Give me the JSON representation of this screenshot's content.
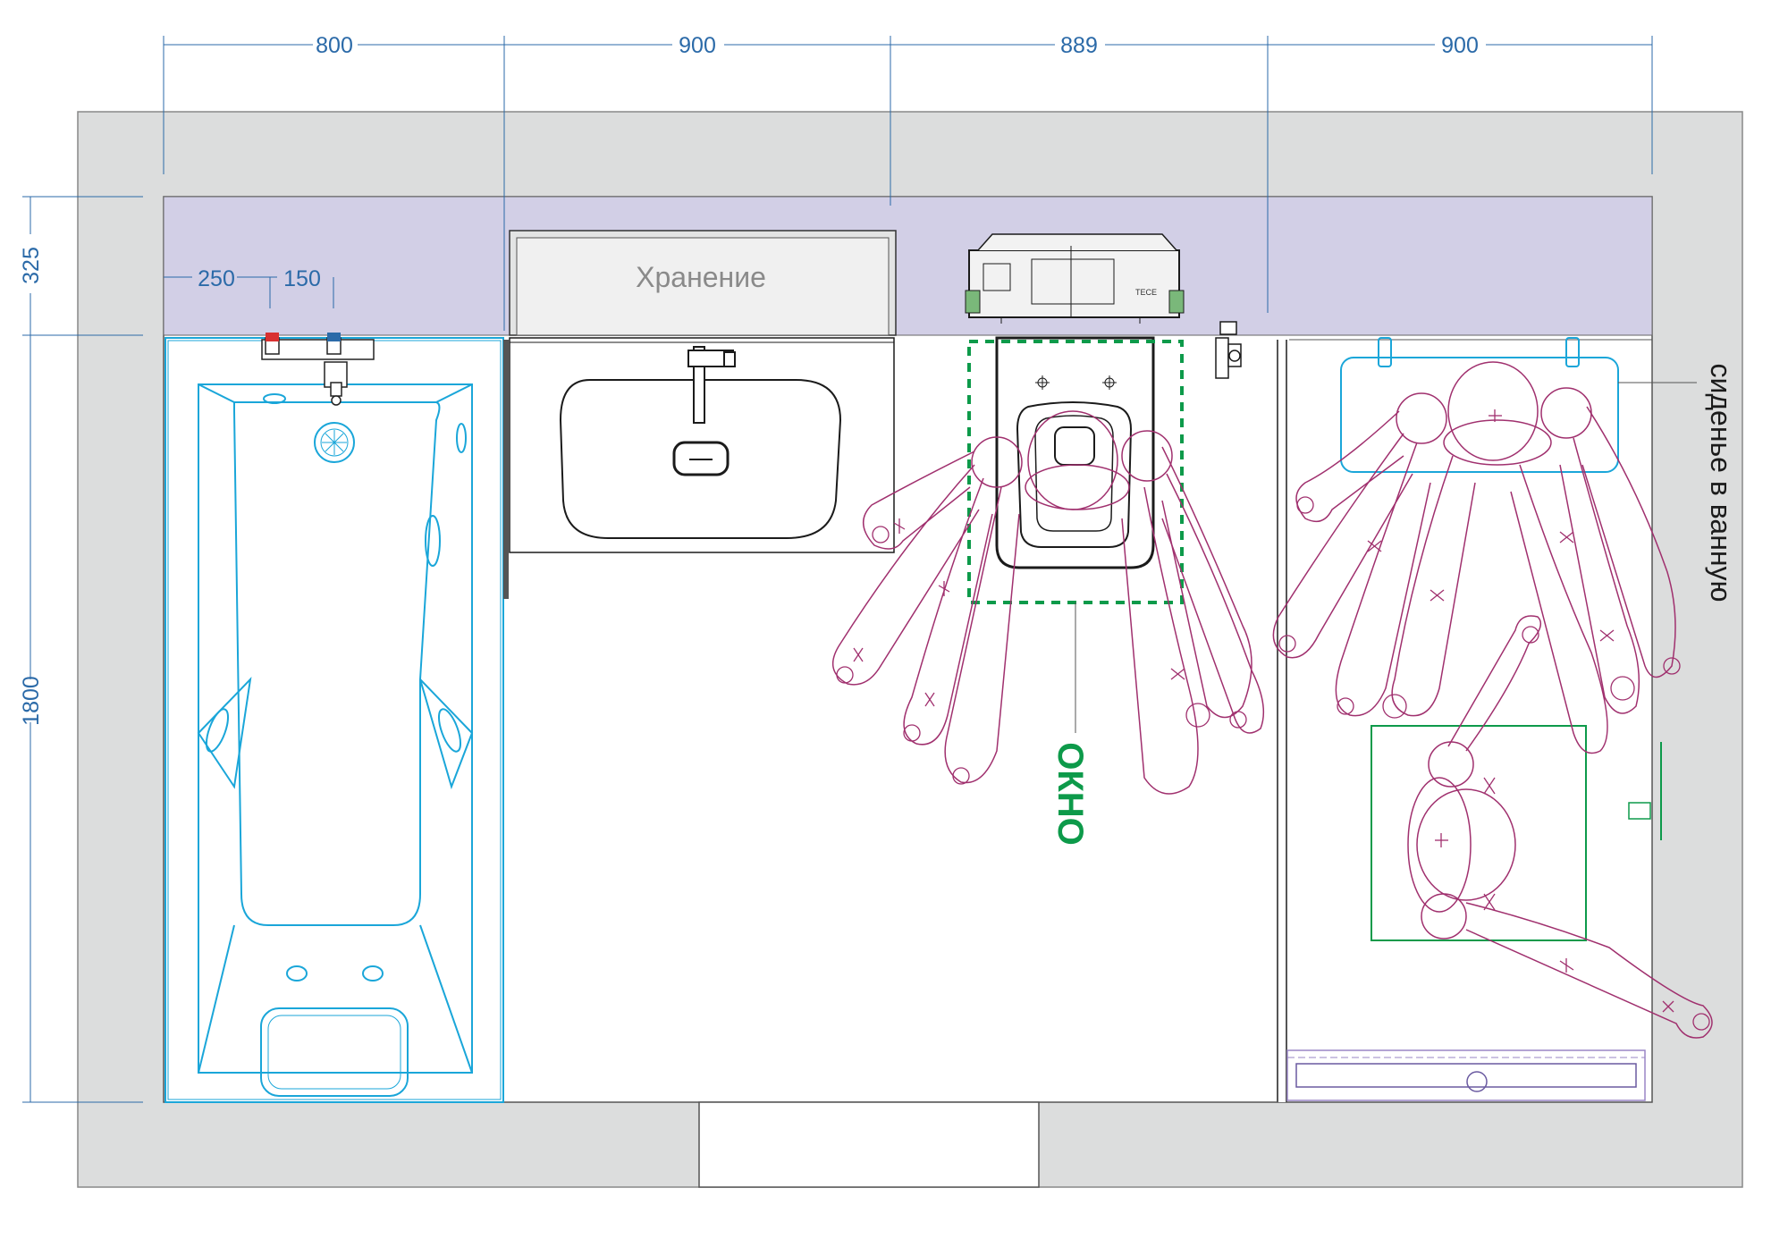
{
  "dimensions": {
    "top": [
      "800",
      "900",
      "889",
      "900"
    ],
    "left": [
      "325",
      "1800"
    ],
    "faucet": [
      "250",
      "150"
    ]
  },
  "labels": {
    "storage": "Хранение",
    "window": "ОКНО",
    "bath_seat": "сиденье в ванную",
    "tece_brand": "TECE"
  },
  "colors": {
    "wall": "#dcdddd",
    "installation_zone": "#d2cfe6",
    "dimension": "#2b6aa8",
    "bathtub": "#1aa6d9",
    "human_figure": "#a0306e",
    "window_marker": "#0d9a4a",
    "fixture_outline": "#1b1b1b"
  }
}
